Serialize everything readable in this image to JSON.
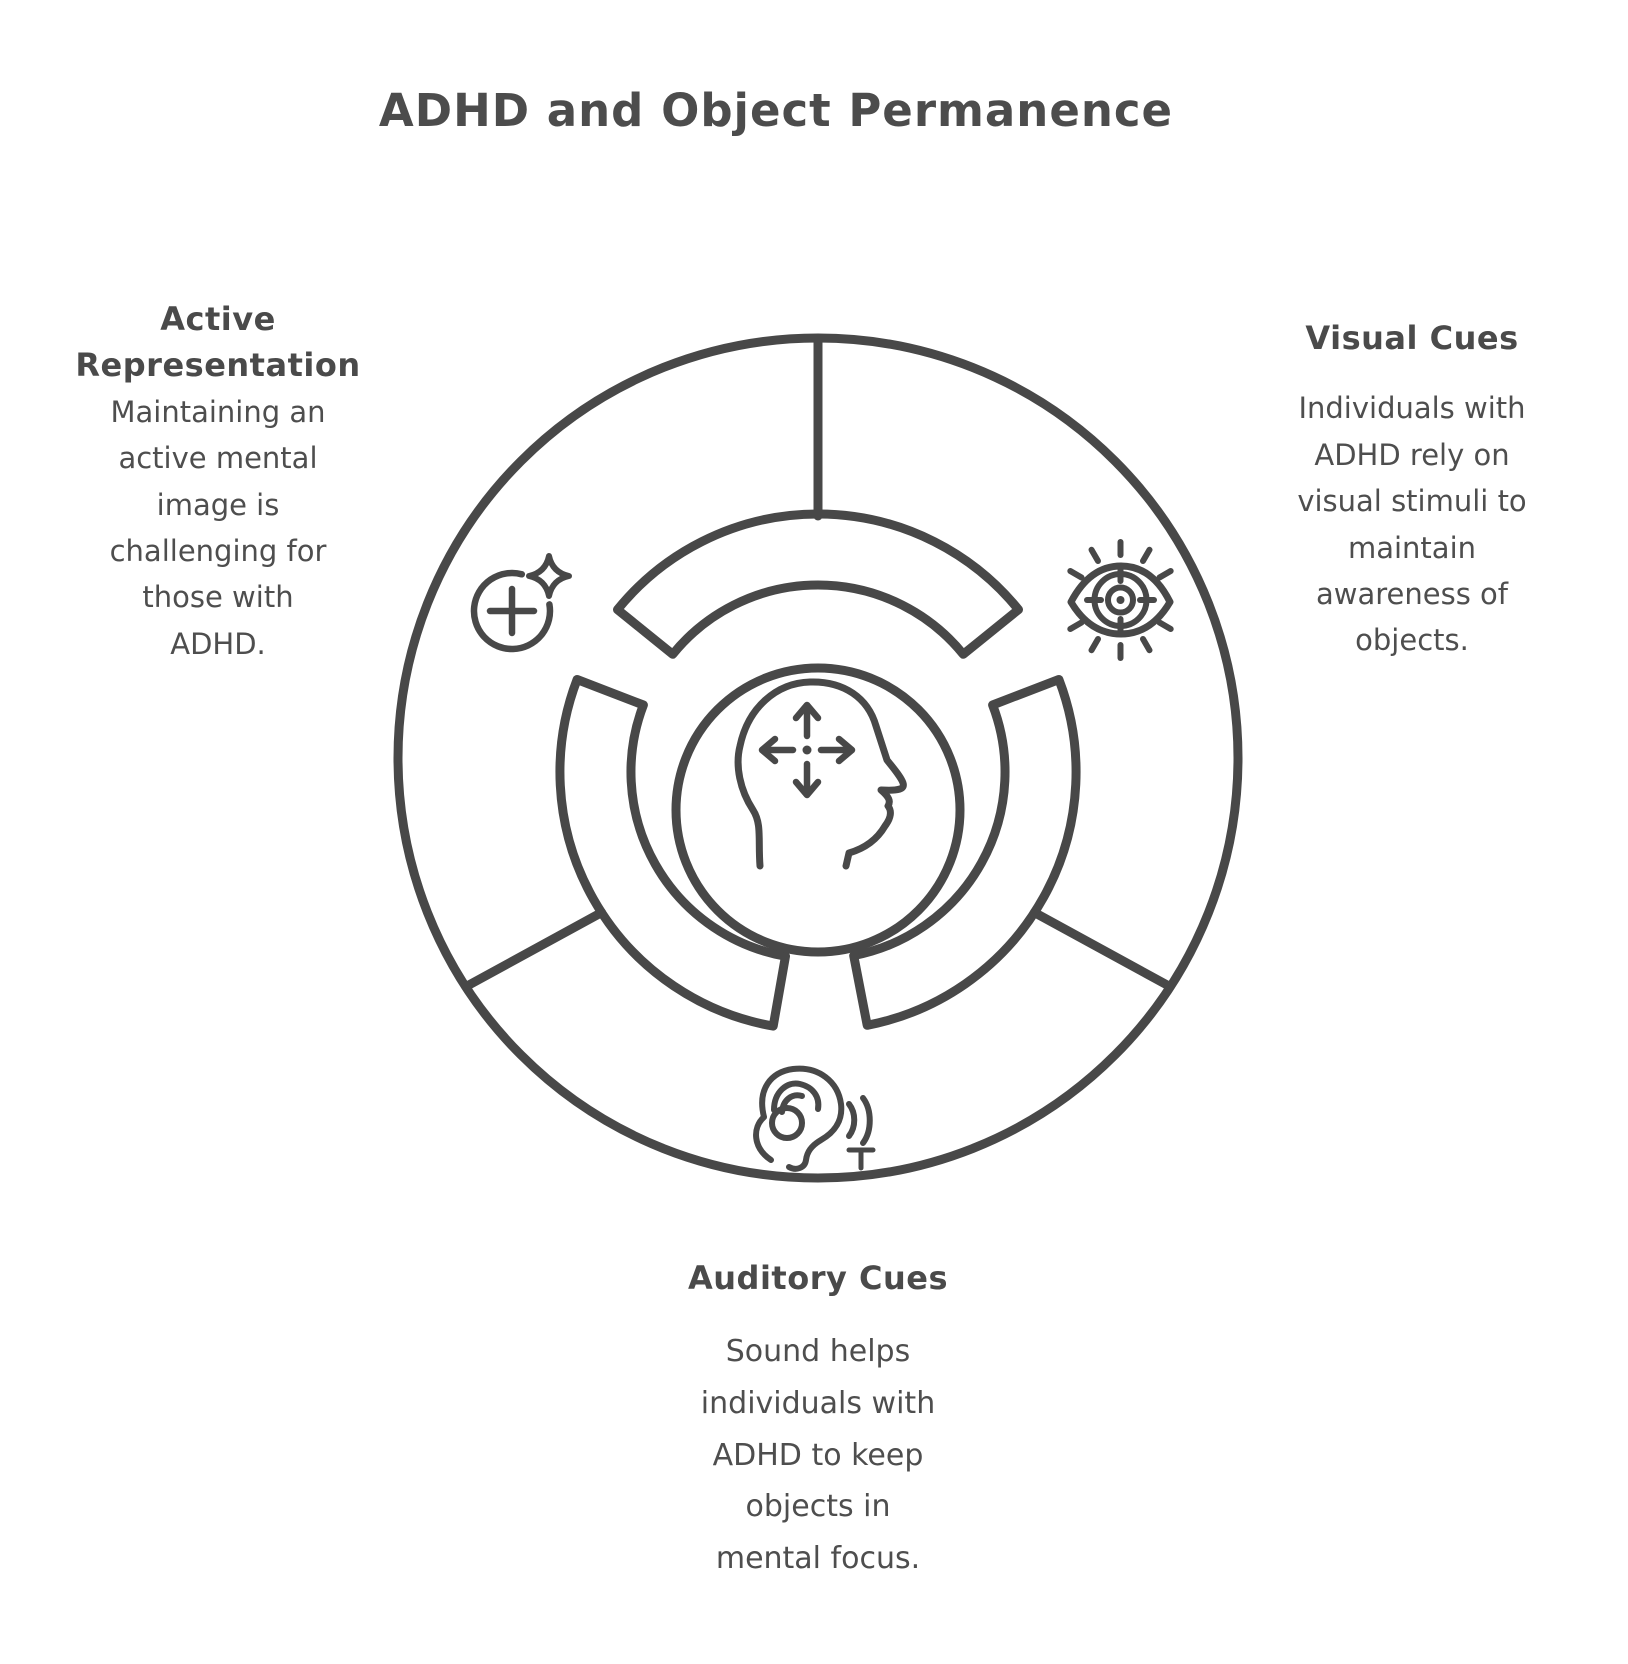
{
  "title": "ADHD and Object Permanence",
  "colors": {
    "ink": "#484848",
    "text": "#4e4e4e",
    "background": "#ffffff"
  },
  "diagram": {
    "type": "circular-3-segment",
    "center_icon": "head-with-direction-arrows",
    "sections": [
      {
        "id": "active-representation",
        "position": "upper-left",
        "icon": "plus-circle-sparkle",
        "heading": "Active\nRepresentation",
        "body": "Maintaining an\nactive mental\nimage is\nchallenging for\nthose with\nADHD."
      },
      {
        "id": "visual-cues",
        "position": "upper-right",
        "icon": "eye-target",
        "heading": "Visual Cues",
        "body": "Individuals with\nADHD rely on\nvisual stimuli to\nmaintain\nawareness of\nobjects."
      },
      {
        "id": "auditory-cues",
        "position": "bottom",
        "icon": "ear-hearing",
        "heading": "Auditory Cues",
        "body": "Sound helps\nindividuals with\nADHD to keep\nobjects in\nmental focus."
      }
    ]
  }
}
